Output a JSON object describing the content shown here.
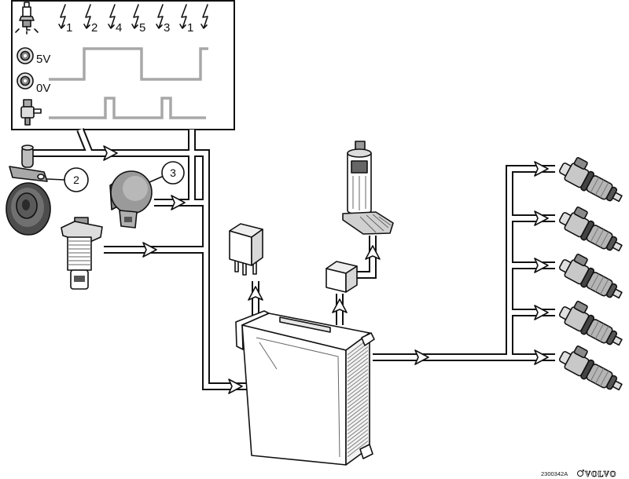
{
  "ignition_sequence": [
    "1",
    "2",
    "4",
    "5",
    "3",
    "1"
  ],
  "voltage_labels": {
    "high": "5V",
    "low": "0V"
  },
  "callouts": {
    "crank_sensor": "2",
    "camshaft_sensor": "3"
  },
  "figure_id": "2300342A",
  "brand": "VOLVO",
  "icons": {
    "spark": "spark-plug-icon",
    "ignition": "lightning-bolt-icon",
    "sensor": "signal-sensor-icon",
    "injector": "injector-icon",
    "brand_mark": "volvo-logo-icon"
  },
  "colors": {
    "line": "#111111",
    "signal_trace": "#a8a8a8",
    "background": "#ffffff"
  }
}
